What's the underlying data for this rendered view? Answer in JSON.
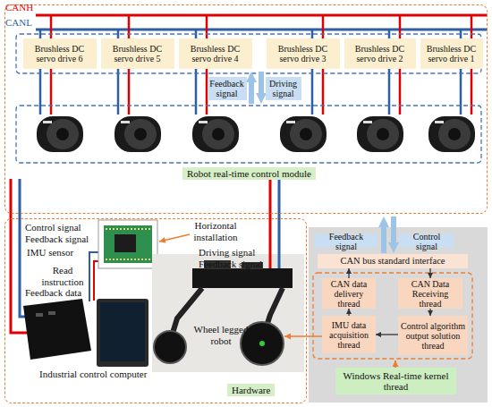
{
  "diagram": {
    "nodes": [
      {
        "text": [
          "Robot real-time control module"
        ]
      },
      {
        "text": [
          "Brushless DC servo drive 6"
        ],
        "in": 0
      },
      {
        "text": [
          "Brushless DC servo drive 5"
        ],
        "in": 0
      },
      {
        "text": [
          "Brushless DC servo drive 4"
        ],
        "in": 0
      },
      {
        "text": [
          "Brushless DC servo drive 3"
        ],
        "in": 0
      },
      {
        "text": [
          "Brushless DC servo drive 2"
        ],
        "in": 0
      },
      {
        "text": [
          "Brushless DC servo drive 1"
        ],
        "in": 0
      },
      {
        "text": [
          "Feedback signal"
        ],
        "in": 0
      },
      {
        "text": [
          "Driving signal"
        ],
        "in": 0
      },
      {
        "text": [
          "Feedback signal"
        ]
      },
      {
        "text": [
          "Control signal"
        ]
      },
      {
        "text": [
          "CAN bus standard interface"
        ]
      },
      {
        "text": [
          "CAN data delivery thread"
        ]
      },
      {
        "text": [
          "CAN Data Receiving thread"
        ]
      },
      {
        "text": [
          "IMU data acquisition thread"
        ]
      },
      {
        "text": [
          "Control algorithm output solution thread"
        ]
      },
      {
        "text": [
          "Hardware"
        ]
      },
      {
        "text": [
          "Windows Real-time kernel thread"
        ]
      }
    ],
    "edges": [
      {
        "from": 12,
        "to": 11,
        "arrow": "to"
      },
      {
        "from": 11,
        "to": 13,
        "arrow": "to"
      },
      {
        "from": 14,
        "to": 12,
        "arrow": "to"
      },
      {
        "from": 13,
        "to": 15,
        "arrow": "to"
      },
      {
        "from": 15,
        "to": 14,
        "arrow": "to"
      }
    ],
    "labels": [
      "CANH",
      "CANL",
      "Control signal",
      "Feedback signal",
      "IMU sensor",
      "Read instruction",
      "Feedback data",
      "Horizontal installation",
      "Driving signal",
      "Feedback signal",
      "Wheel legged robot",
      "Industrial control computer"
    ]
  }
}
